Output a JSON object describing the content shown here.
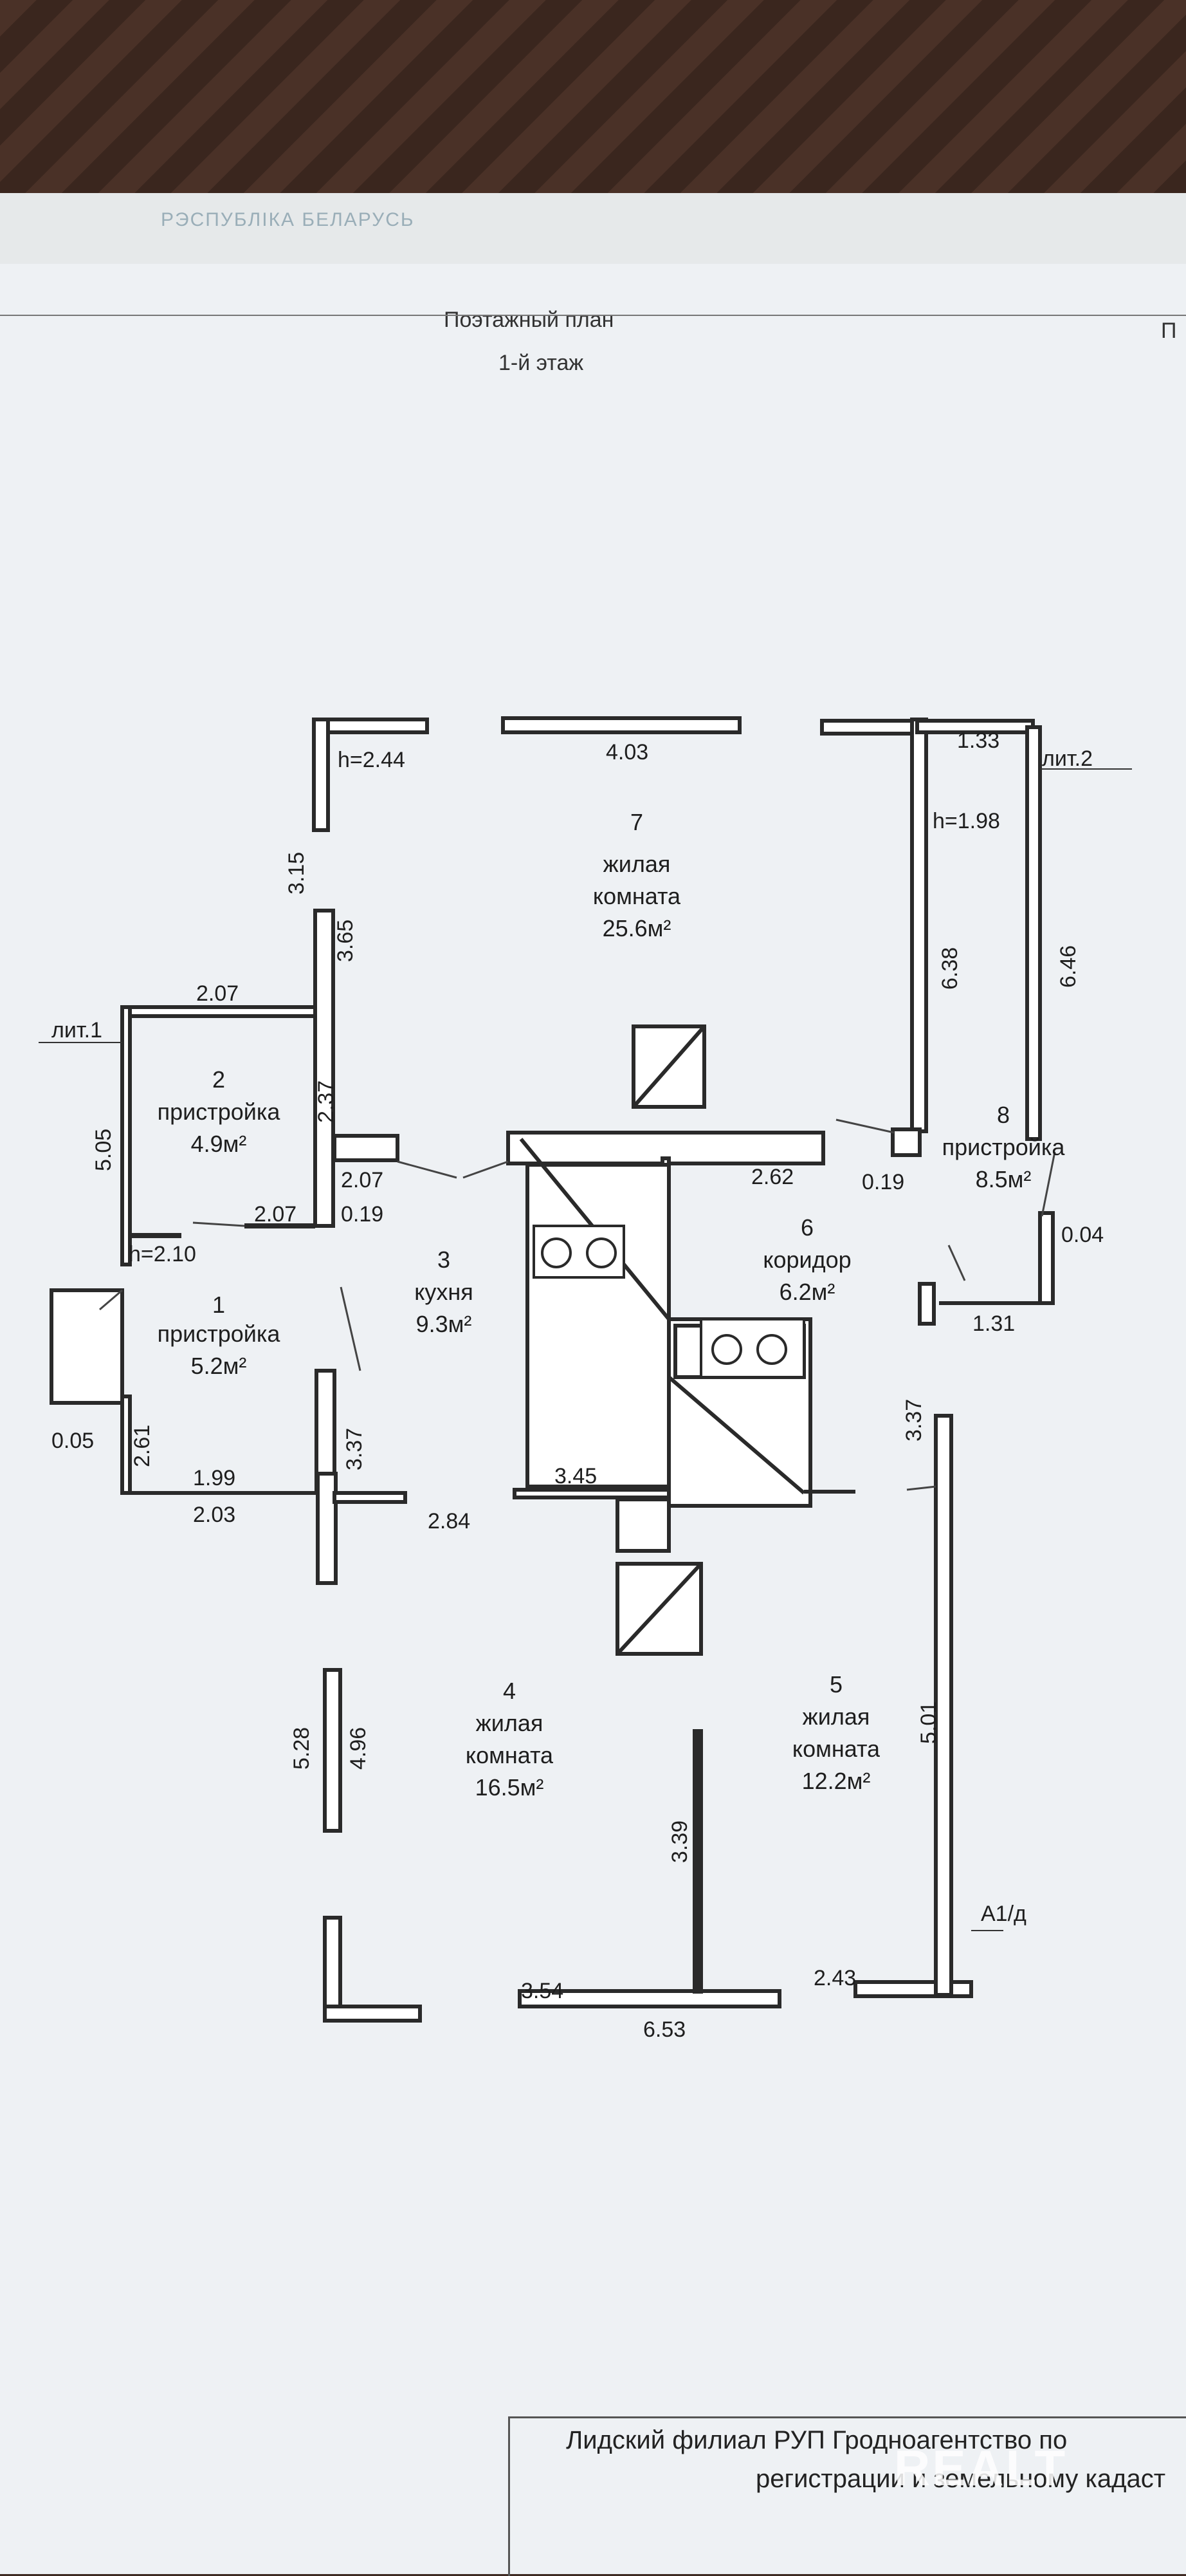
{
  "header": {
    "stamp": "РЭСПУБЛІКА БЕЛАРУСЬ",
    "title": "Поэтажный план",
    "floor": "1-й этаж",
    "corner": "П"
  },
  "liters": {
    "lit1": "лит.1",
    "lit2": "лит.2",
    "a1": "А1/д"
  },
  "heights": {
    "main": "h=2.44",
    "extension2": "h=1.98",
    "extension1": "h=2.10"
  },
  "rooms": [
    {
      "num": "1",
      "name": "пристройка",
      "area": "5.2м²"
    },
    {
      "num": "2",
      "name": "пристройка",
      "area": "4.9м²"
    },
    {
      "num": "3",
      "name": "кухня",
      "area": "9.3м²"
    },
    {
      "num": "4",
      "name": "жилая комната",
      "name1": "жилая",
      "name2": "комната",
      "area": "16.5м²"
    },
    {
      "num": "5",
      "name": "жилая комната",
      "name1": "жилая",
      "name2": "комната",
      "area": "12.2м²"
    },
    {
      "num": "6",
      "name": "коридор",
      "area": "6.2м²"
    },
    {
      "num": "7",
      "name": "жилая комната",
      "name1": "жилая",
      "name2": "комната",
      "area": "25.6м²"
    },
    {
      "num": "8",
      "name": "пристройка",
      "area": "8.5м²"
    }
  ],
  "dims": {
    "d403": "4.03",
    "d133": "1.33",
    "d315": "3.15",
    "d365": "3.65",
    "d638": "6.38",
    "d646": "6.46",
    "d207a": "2.07",
    "d237": "2.37",
    "d505": "5.05",
    "d207b": "2.07",
    "d207c": "2.07",
    "d262": "2.62",
    "d019a": "0.19",
    "d019b": "0.19",
    "d004": "0.04",
    "d131": "1.31",
    "d005": "0.05",
    "d261": "2.61",
    "d199": "1.99",
    "d203": "2.03",
    "d337a": "3.37",
    "d284": "2.84",
    "d345": "3.45",
    "d337b": "3.37",
    "d528": "5.28",
    "d496": "4.96",
    "d339": "3.39",
    "d501": "5.01",
    "d354": "3.54",
    "d243": "2.43",
    "d653": "6.53"
  },
  "footer": {
    "line1": "Лидский филиал РУП Гродноагентство по",
    "line2": "регистрации и земельному кадаст"
  },
  "watermark": "REALT"
}
